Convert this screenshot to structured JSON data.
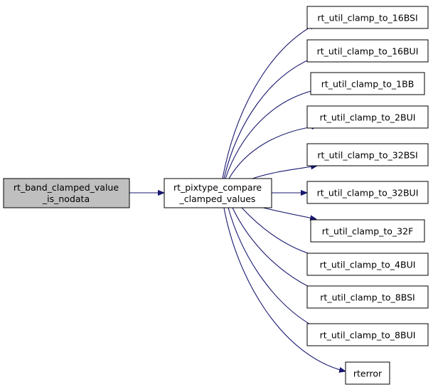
{
  "nodes": {
    "root": {
      "line1": "rt_band_clamped_value",
      "line2": "_is_nodata"
    },
    "mid": {
      "line1": "rt_pixtype_compare",
      "line2": "_clamped_values"
    },
    "callees": [
      "rt_util_clamp_to_16BSI",
      "rt_util_clamp_to_16BUI",
      "rt_util_clamp_to_1BB",
      "rt_util_clamp_to_2BUI",
      "rt_util_clamp_to_32BSI",
      "rt_util_clamp_to_32BUI",
      "rt_util_clamp_to_32F",
      "rt_util_clamp_to_4BUI",
      "rt_util_clamp_to_8BSI",
      "rt_util_clamp_to_8BUI",
      "rterror"
    ]
  },
  "colors": {
    "edge": "#191970",
    "root_fill": "#bfbfbf",
    "node_fill": "#ffffff",
    "border": "#000000"
  }
}
